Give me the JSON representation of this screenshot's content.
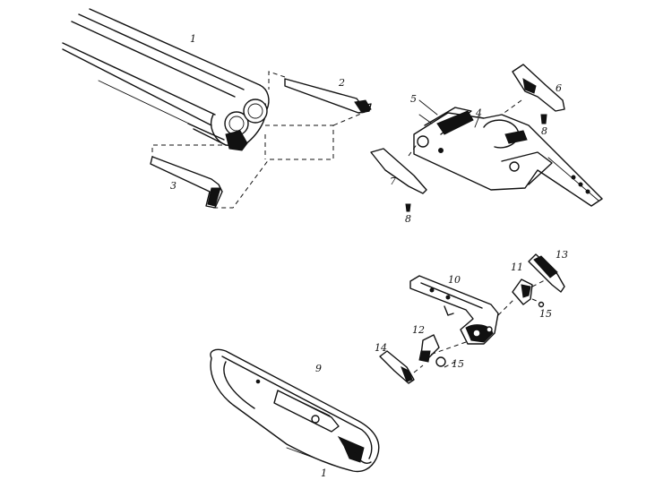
{
  "labels": {
    "p1": "1",
    "p2": "2",
    "p3": "3",
    "p4": "4",
    "p5": "5",
    "p6": "6",
    "p7": "7",
    "p8": "8",
    "p8b": "8",
    "p9": "9",
    "p10": "10",
    "p11": "11",
    "p12": "12",
    "p13": "13",
    "p14": "14",
    "p15a": "15",
    "p15b": "15",
    "p1b": "1"
  }
}
